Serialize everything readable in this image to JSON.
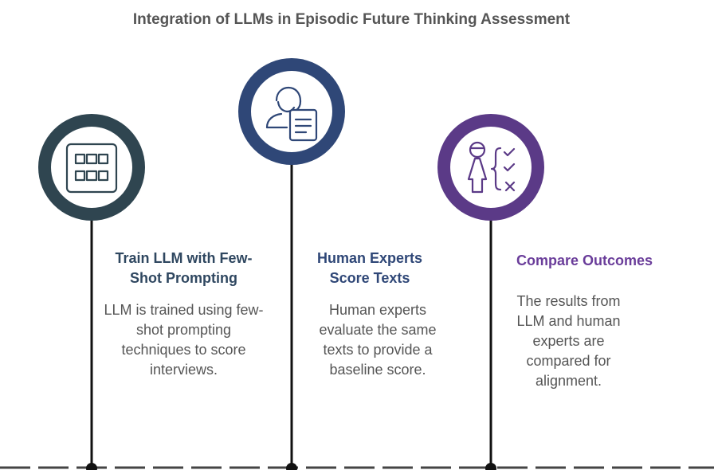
{
  "title": "Integration of LLMs in Episodic Future Thinking Assessment",
  "colors": {
    "step1": "#2f4550",
    "step2": "#2f4777",
    "step3": "#5b3a87",
    "step1_text": "#2f4760",
    "step2_text": "#2f4777",
    "step3_text": "#6a3d9a",
    "line": "#111111",
    "baseline": "#444444"
  },
  "steps": [
    {
      "icon": "table-grid-icon",
      "title": "Train LLM with Few-Shot Prompting",
      "description": "LLM is trained using few-shot prompting techniques to score interviews."
    },
    {
      "icon": "person-document-icon",
      "title": "Human Experts Score Texts",
      "description": "Human experts evaluate the same texts to provide a baseline score."
    },
    {
      "icon": "person-checklist-icon",
      "title": "Compare Outcomes",
      "description": "The results from LLM and human experts are compared for alignment."
    }
  ]
}
